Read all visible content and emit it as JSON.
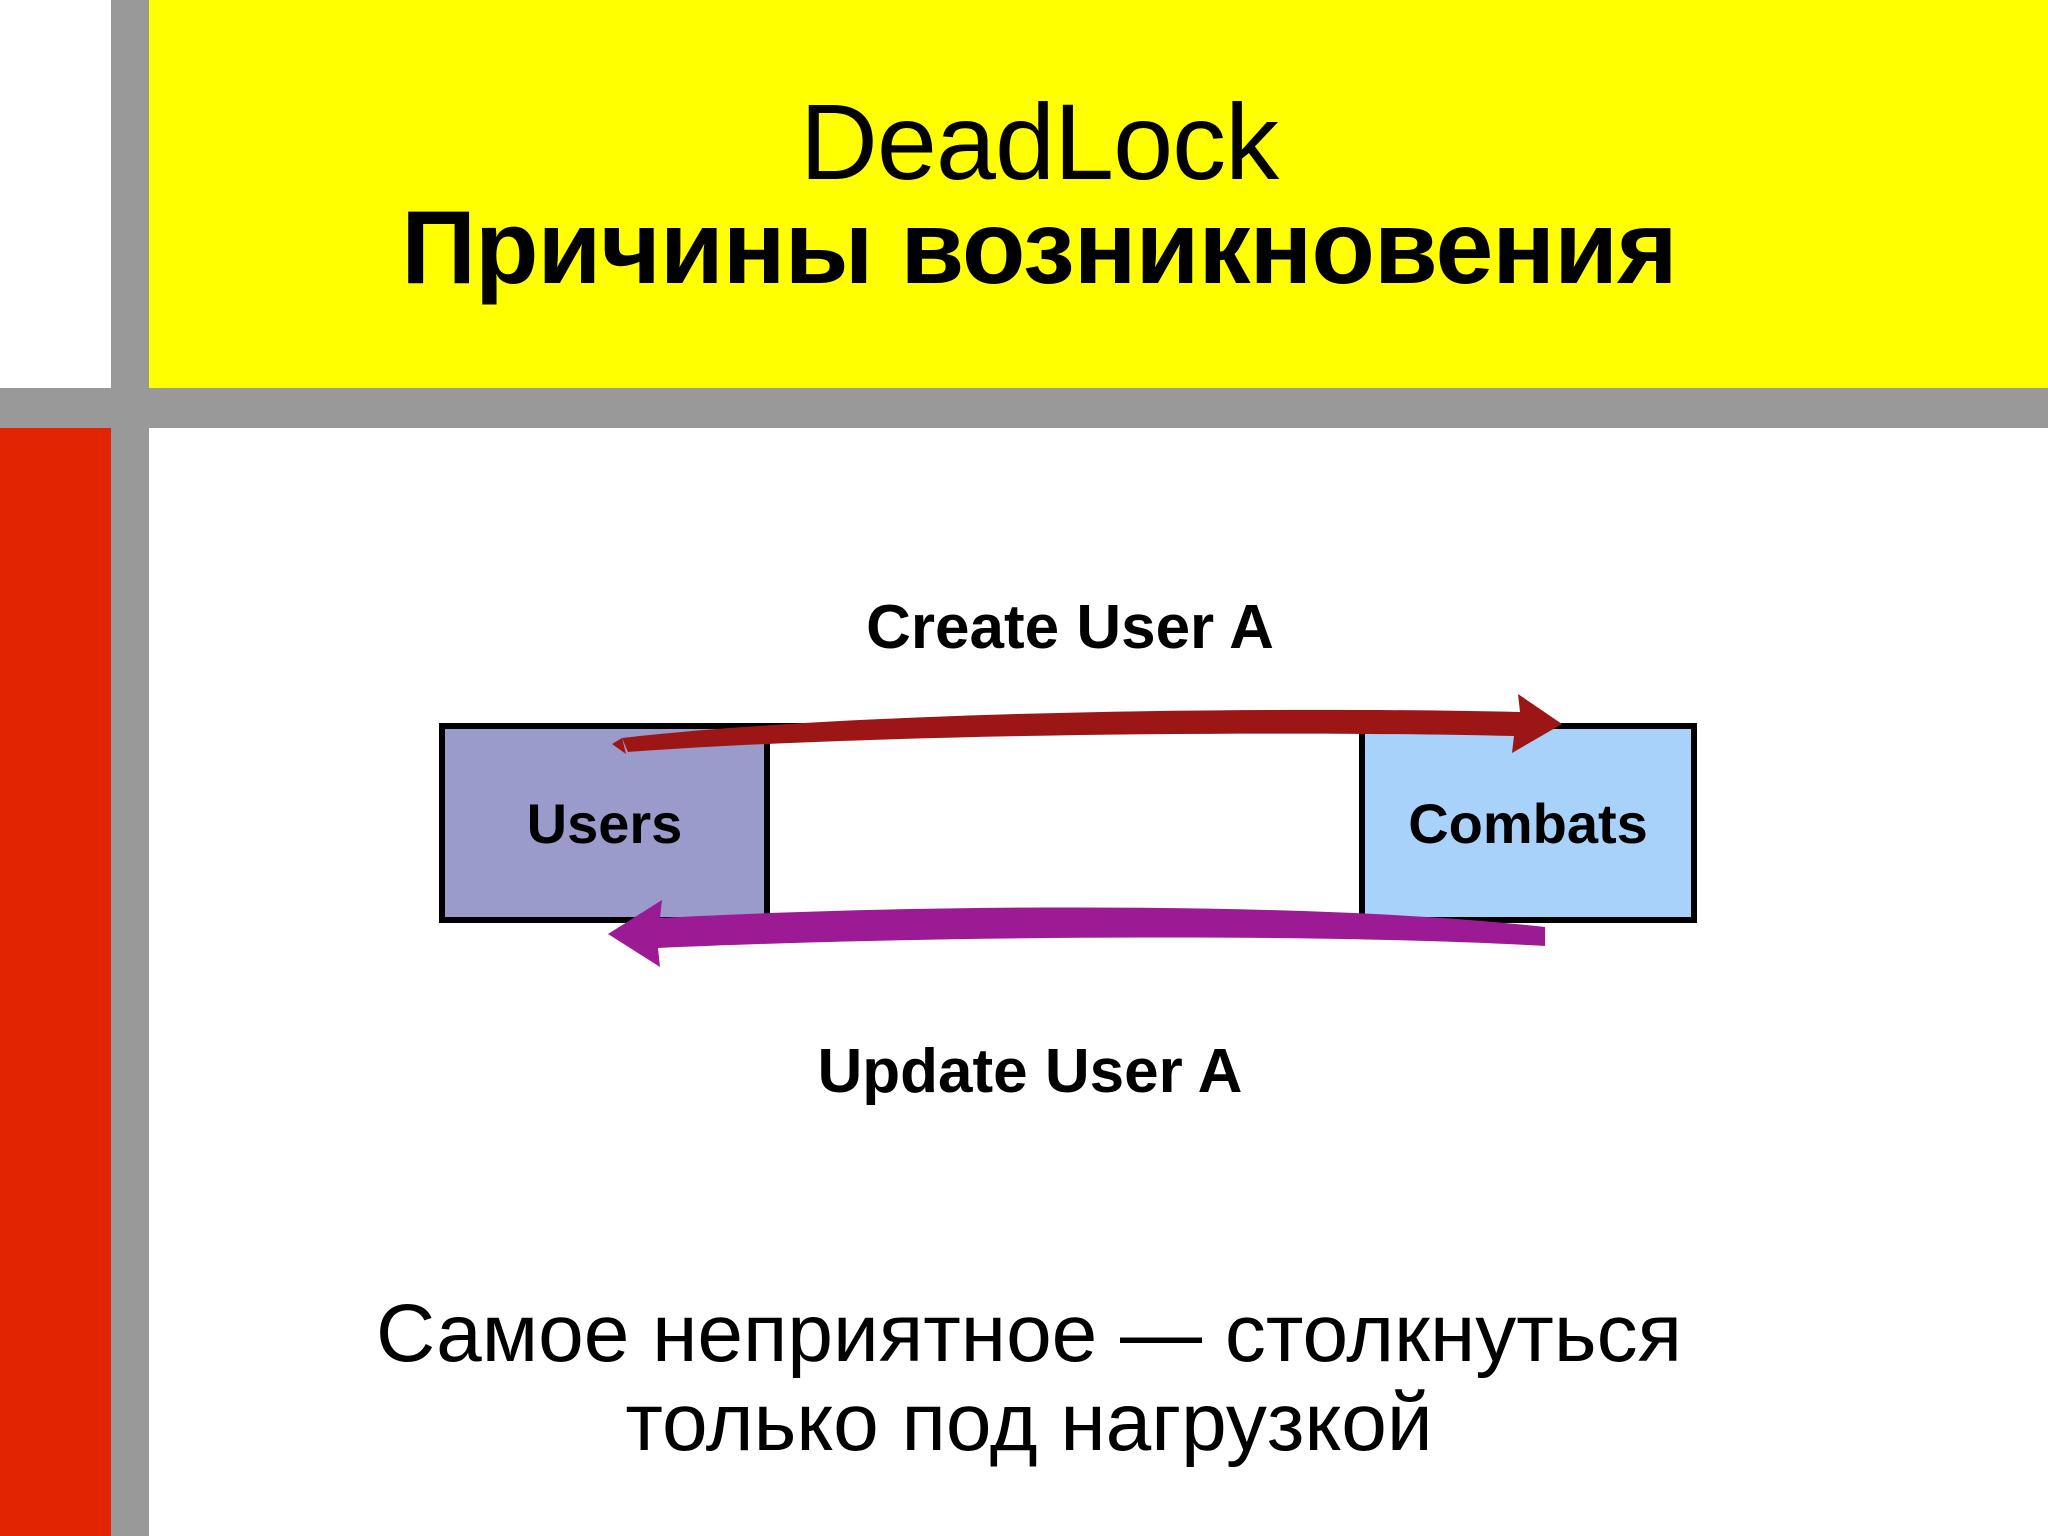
{
  "slide": {
    "title_main": "DeadLock",
    "title_sub": "Причины возникновения",
    "footer_line_1": "Самое неприятное — столкнуться",
    "footer_line_2": "только под нагрузкой"
  },
  "theme": {
    "banner_background": "#ffff00",
    "frame_gray": "#999999",
    "accent_red_block": "#e22400",
    "users_fill": "#9b9bcb",
    "combats_fill": "#a9d2fb",
    "arrow_create_color": "#9c1616",
    "arrow_update_color": "#9c1a94",
    "text_color": "#000000"
  },
  "diagram": {
    "type": "flow",
    "label_top": "Create User A",
    "label_bottom": "Update User A",
    "cells": [
      {
        "name": "users",
        "label": "Users",
        "fill": "#9b9bcb"
      },
      {
        "name": "middle",
        "label": "",
        "fill": "#ffffff"
      },
      {
        "name": "combats",
        "label": "Combats",
        "fill": "#a9d2fb"
      }
    ],
    "arrows": [
      {
        "name": "create-user-a-arrow",
        "from": "Users",
        "to": "Combats",
        "direction": "right",
        "color": "#9c1616",
        "label": "Create User A"
      },
      {
        "name": "update-user-a-arrow",
        "from": "Combats",
        "to": "Users",
        "direction": "left",
        "color": "#9c1a94",
        "label": "Update User A"
      }
    ]
  }
}
